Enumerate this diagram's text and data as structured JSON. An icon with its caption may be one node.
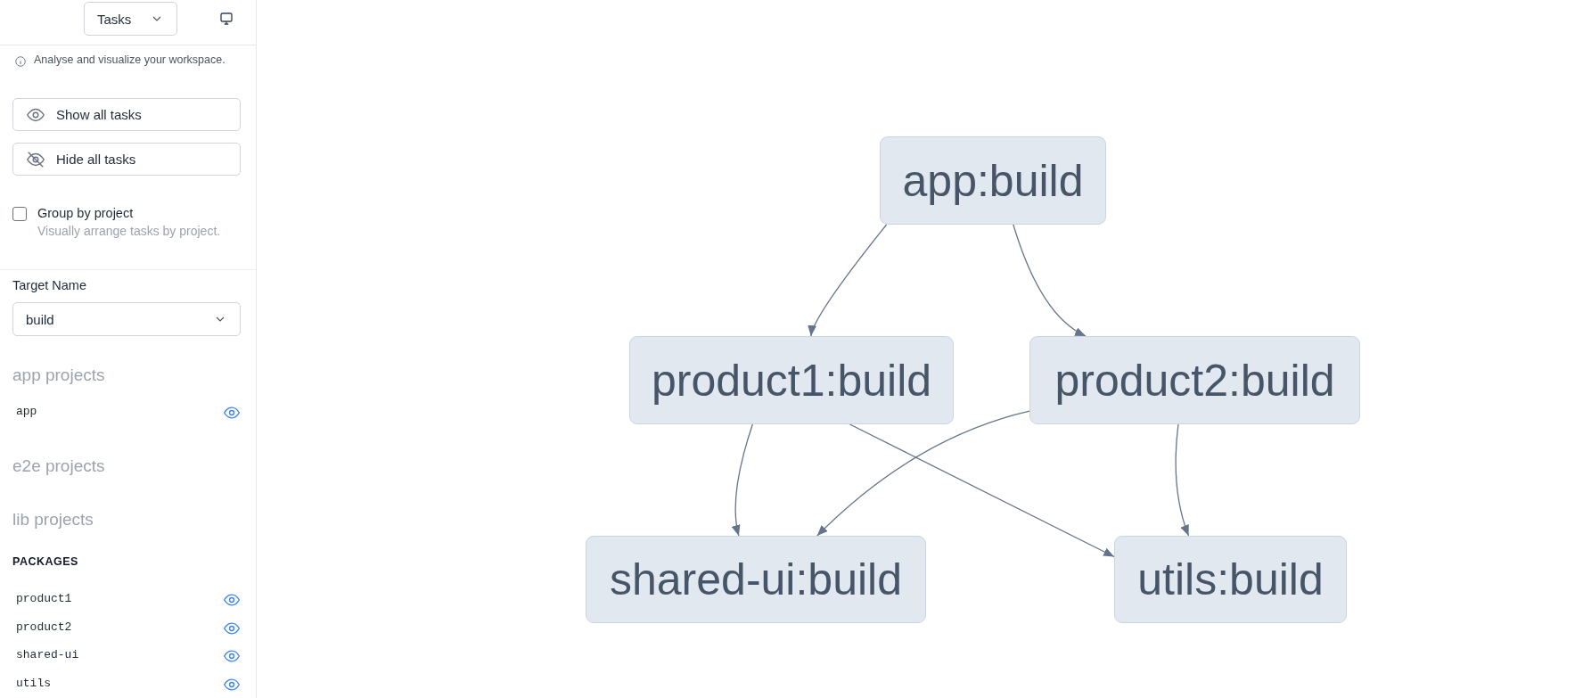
{
  "diagram": {
    "nodes": [
      {
        "text": [
          "app:build"
        ]
      },
      {
        "text": [
          "product1:build"
        ]
      },
      {
        "text": [
          "product2:build"
        ]
      },
      {
        "text": [
          "shared-ui:build"
        ]
      },
      {
        "text": [
          "utils:build"
        ]
      }
    ],
    "edges": [
      {
        "from": 0,
        "to": 1,
        "arrow": "to"
      },
      {
        "from": 0,
        "to": 2,
        "arrow": "to"
      },
      {
        "from": 1,
        "to": 3,
        "arrow": "to"
      },
      {
        "from": 1,
        "to": 4,
        "arrow": "to"
      },
      {
        "from": 2,
        "to": 3,
        "arrow": "to"
      },
      {
        "from": 2,
        "to": 4,
        "arrow": "to"
      }
    ],
    "labels": [
      "Tasks",
      "Analyse and visualize your workspace.",
      "Show all tasks",
      "Hide all tasks",
      "Group by project",
      "Visually arrange tasks by project.",
      "Target Name",
      "build",
      "app projects",
      "app",
      "e2e projects",
      "lib projects",
      "PACKAGES",
      "product1",
      "product2",
      "shared-ui",
      "utils"
    ]
  }
}
